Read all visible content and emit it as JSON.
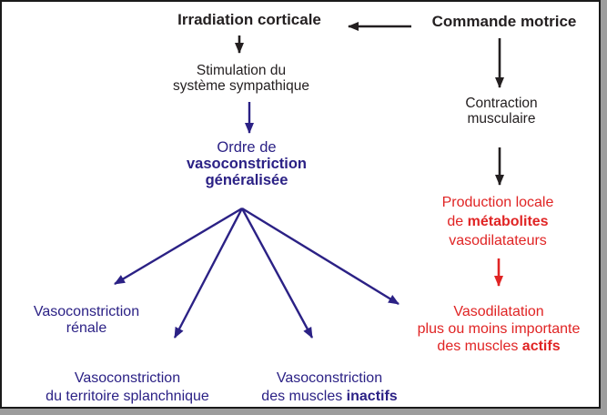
{
  "colors": {
    "navy": "#2b2185",
    "red": "#e02424",
    "ink": "#231f20",
    "frame_grey": "#9c9c9c"
  },
  "nodes": {
    "irradiation": {
      "label": "Irradiation corticale"
    },
    "commande": {
      "label": "Commande motrice"
    },
    "stimulation": {
      "line1": "Stimulation du",
      "line2": "système sympathique"
    },
    "contraction": {
      "line1": "Contraction",
      "line2": "musculaire"
    },
    "ordre": {
      "line1": "Ordre de",
      "line2": "vasoconstriction",
      "line3": "généralisée"
    },
    "production": {
      "line1": "Production locale",
      "line2_pre": "de ",
      "line2_bold": "métabolites",
      "line3": "vasodilatateurs"
    },
    "renale": {
      "line1": "Vasoconstriction",
      "line2": "rénale"
    },
    "splanchnique": {
      "line1": "Vasoconstriction",
      "line2": "du territoire splanchnique"
    },
    "muscles_inactifs": {
      "line1": "Vasoconstriction",
      "line2_pre": "des muscles ",
      "line2_bold": "inactifs"
    },
    "vasodilatation": {
      "line1": "Vasodilatation",
      "line2": "plus ou moins importante",
      "line3_pre": "des muscles ",
      "line3_bold": "actifs"
    }
  }
}
